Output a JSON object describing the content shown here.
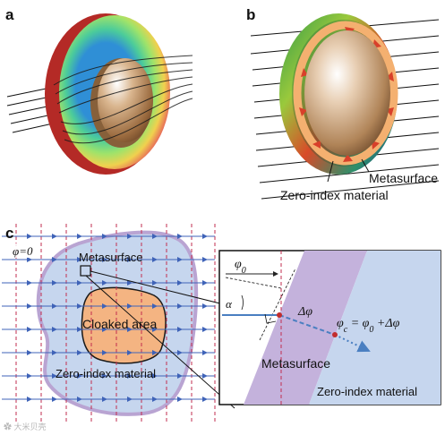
{
  "panels": {
    "a": {
      "letter": "a"
    },
    "b": {
      "letter": "b",
      "labels": {
        "metasurface": "Metasurface",
        "zero_index": "Zero-index material"
      }
    },
    "c": {
      "letter": "c",
      "phi_zero": "φ=0",
      "labels": {
        "metasurface": "Metasurface",
        "cloaked": "Cloaked area",
        "zero_index": "Zero-index material"
      },
      "inset": {
        "phi0": "φ",
        "phi0_sub": "0",
        "alpha": "α",
        "delta_phi": "Δφ",
        "phic_lhs": "φ",
        "phic_sub": "c",
        "phic_rhs": " = φ",
        "phic_rhs_sub": "0",
        "phic_tail": " +Δφ",
        "metasurface": "Metasurface",
        "zero_index": "Zero-index material"
      }
    }
  },
  "watermark": "✿ 大米贝壳",
  "colors": {
    "shell_red": "#c8302a",
    "core_orange": "#c98a52",
    "metasurface_purple": "#c4b2dc",
    "zero_index_blue": "#c6d6ee",
    "cloak_orange": "#f4b482",
    "grid_blue": "#3f63b8",
    "grid_red": "#c22d4f"
  }
}
